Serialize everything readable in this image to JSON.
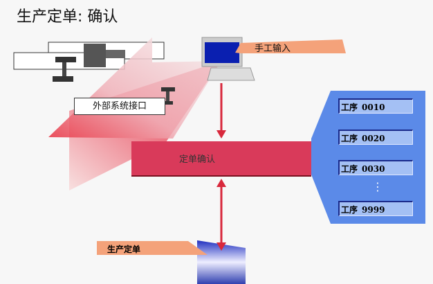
{
  "title": "生产定单: 确认",
  "external_interface": "外部系统接口",
  "manual_input": "手工输入",
  "order_confirmation": "定单确认",
  "production_order": "生产定单",
  "operations": [
    {
      "label": "工序",
      "number": "0010"
    },
    {
      "label": "工序",
      "number": "0020"
    },
    {
      "label": "工序",
      "number": "0030"
    },
    {
      "label": "工序",
      "number": "9999"
    }
  ],
  "ellipsis": "⋮",
  "colors": {
    "confirm_box": "#d93a5a",
    "panel": "#5b8ae8",
    "callout": "#f4a27a",
    "arrow": "#d8283c"
  }
}
